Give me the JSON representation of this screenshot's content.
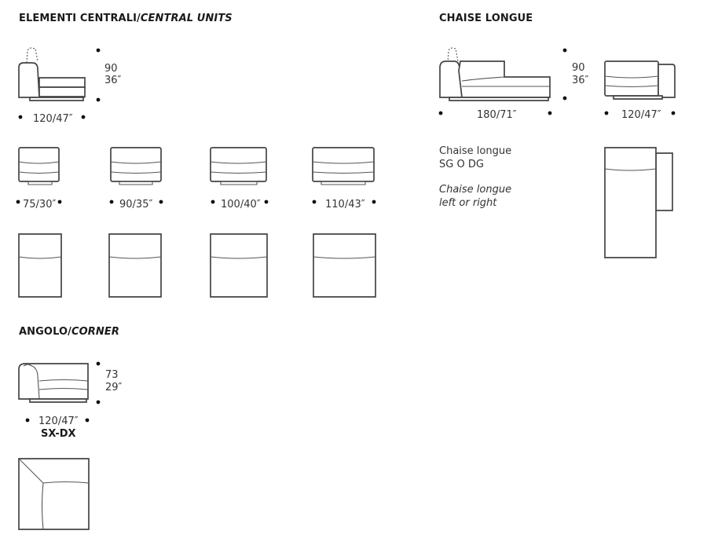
{
  "central": {
    "heading": "ELEMENTI CENTRALI/",
    "heading_en": "CENTRAL UNITS",
    "height_cm": "90",
    "height_in": "36″",
    "width_label": "120/47″",
    "widths": [
      "75/30″",
      "90/35″",
      "100/40″",
      "110/43″"
    ]
  },
  "corner": {
    "heading": "ANGOLO/",
    "heading_en": "CORNER",
    "height_cm": "73",
    "height_in": "29″",
    "width_label": "120/47″",
    "side_label": "SX-DX"
  },
  "chaise": {
    "heading": "CHAISE LONGUE",
    "height_cm": "90",
    "height_in": "36″",
    "width_label": "180/71″",
    "side_width_label": "120/47″",
    "caption_it_1": "Chaise longue",
    "caption_it_2": "SG O DG",
    "caption_en_1": "Chaise longue",
    "caption_en_2": "left or right"
  }
}
